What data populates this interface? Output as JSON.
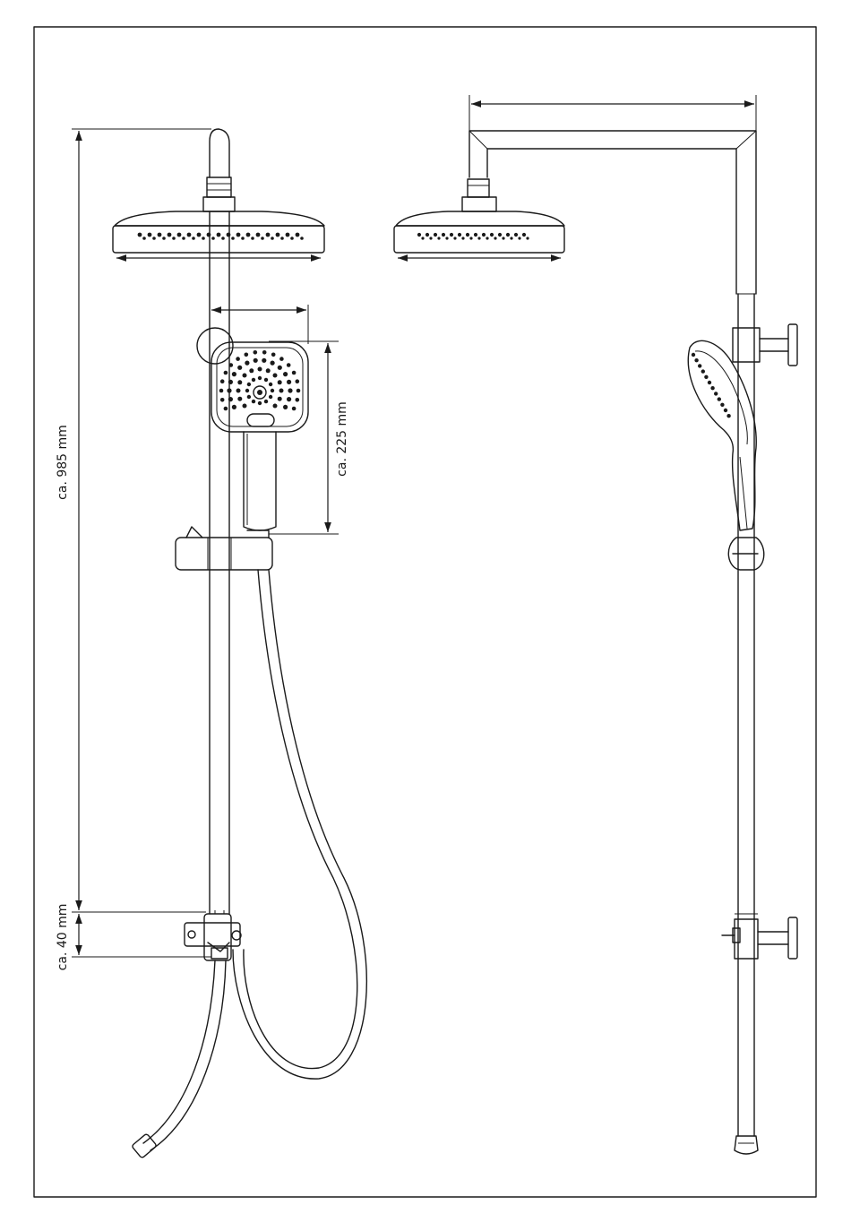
{
  "dimensions": {
    "total_height": "ca. 985 mm",
    "handshower_height": "ca. 225 mm",
    "bottom_offset": "ca. 40 mm"
  }
}
